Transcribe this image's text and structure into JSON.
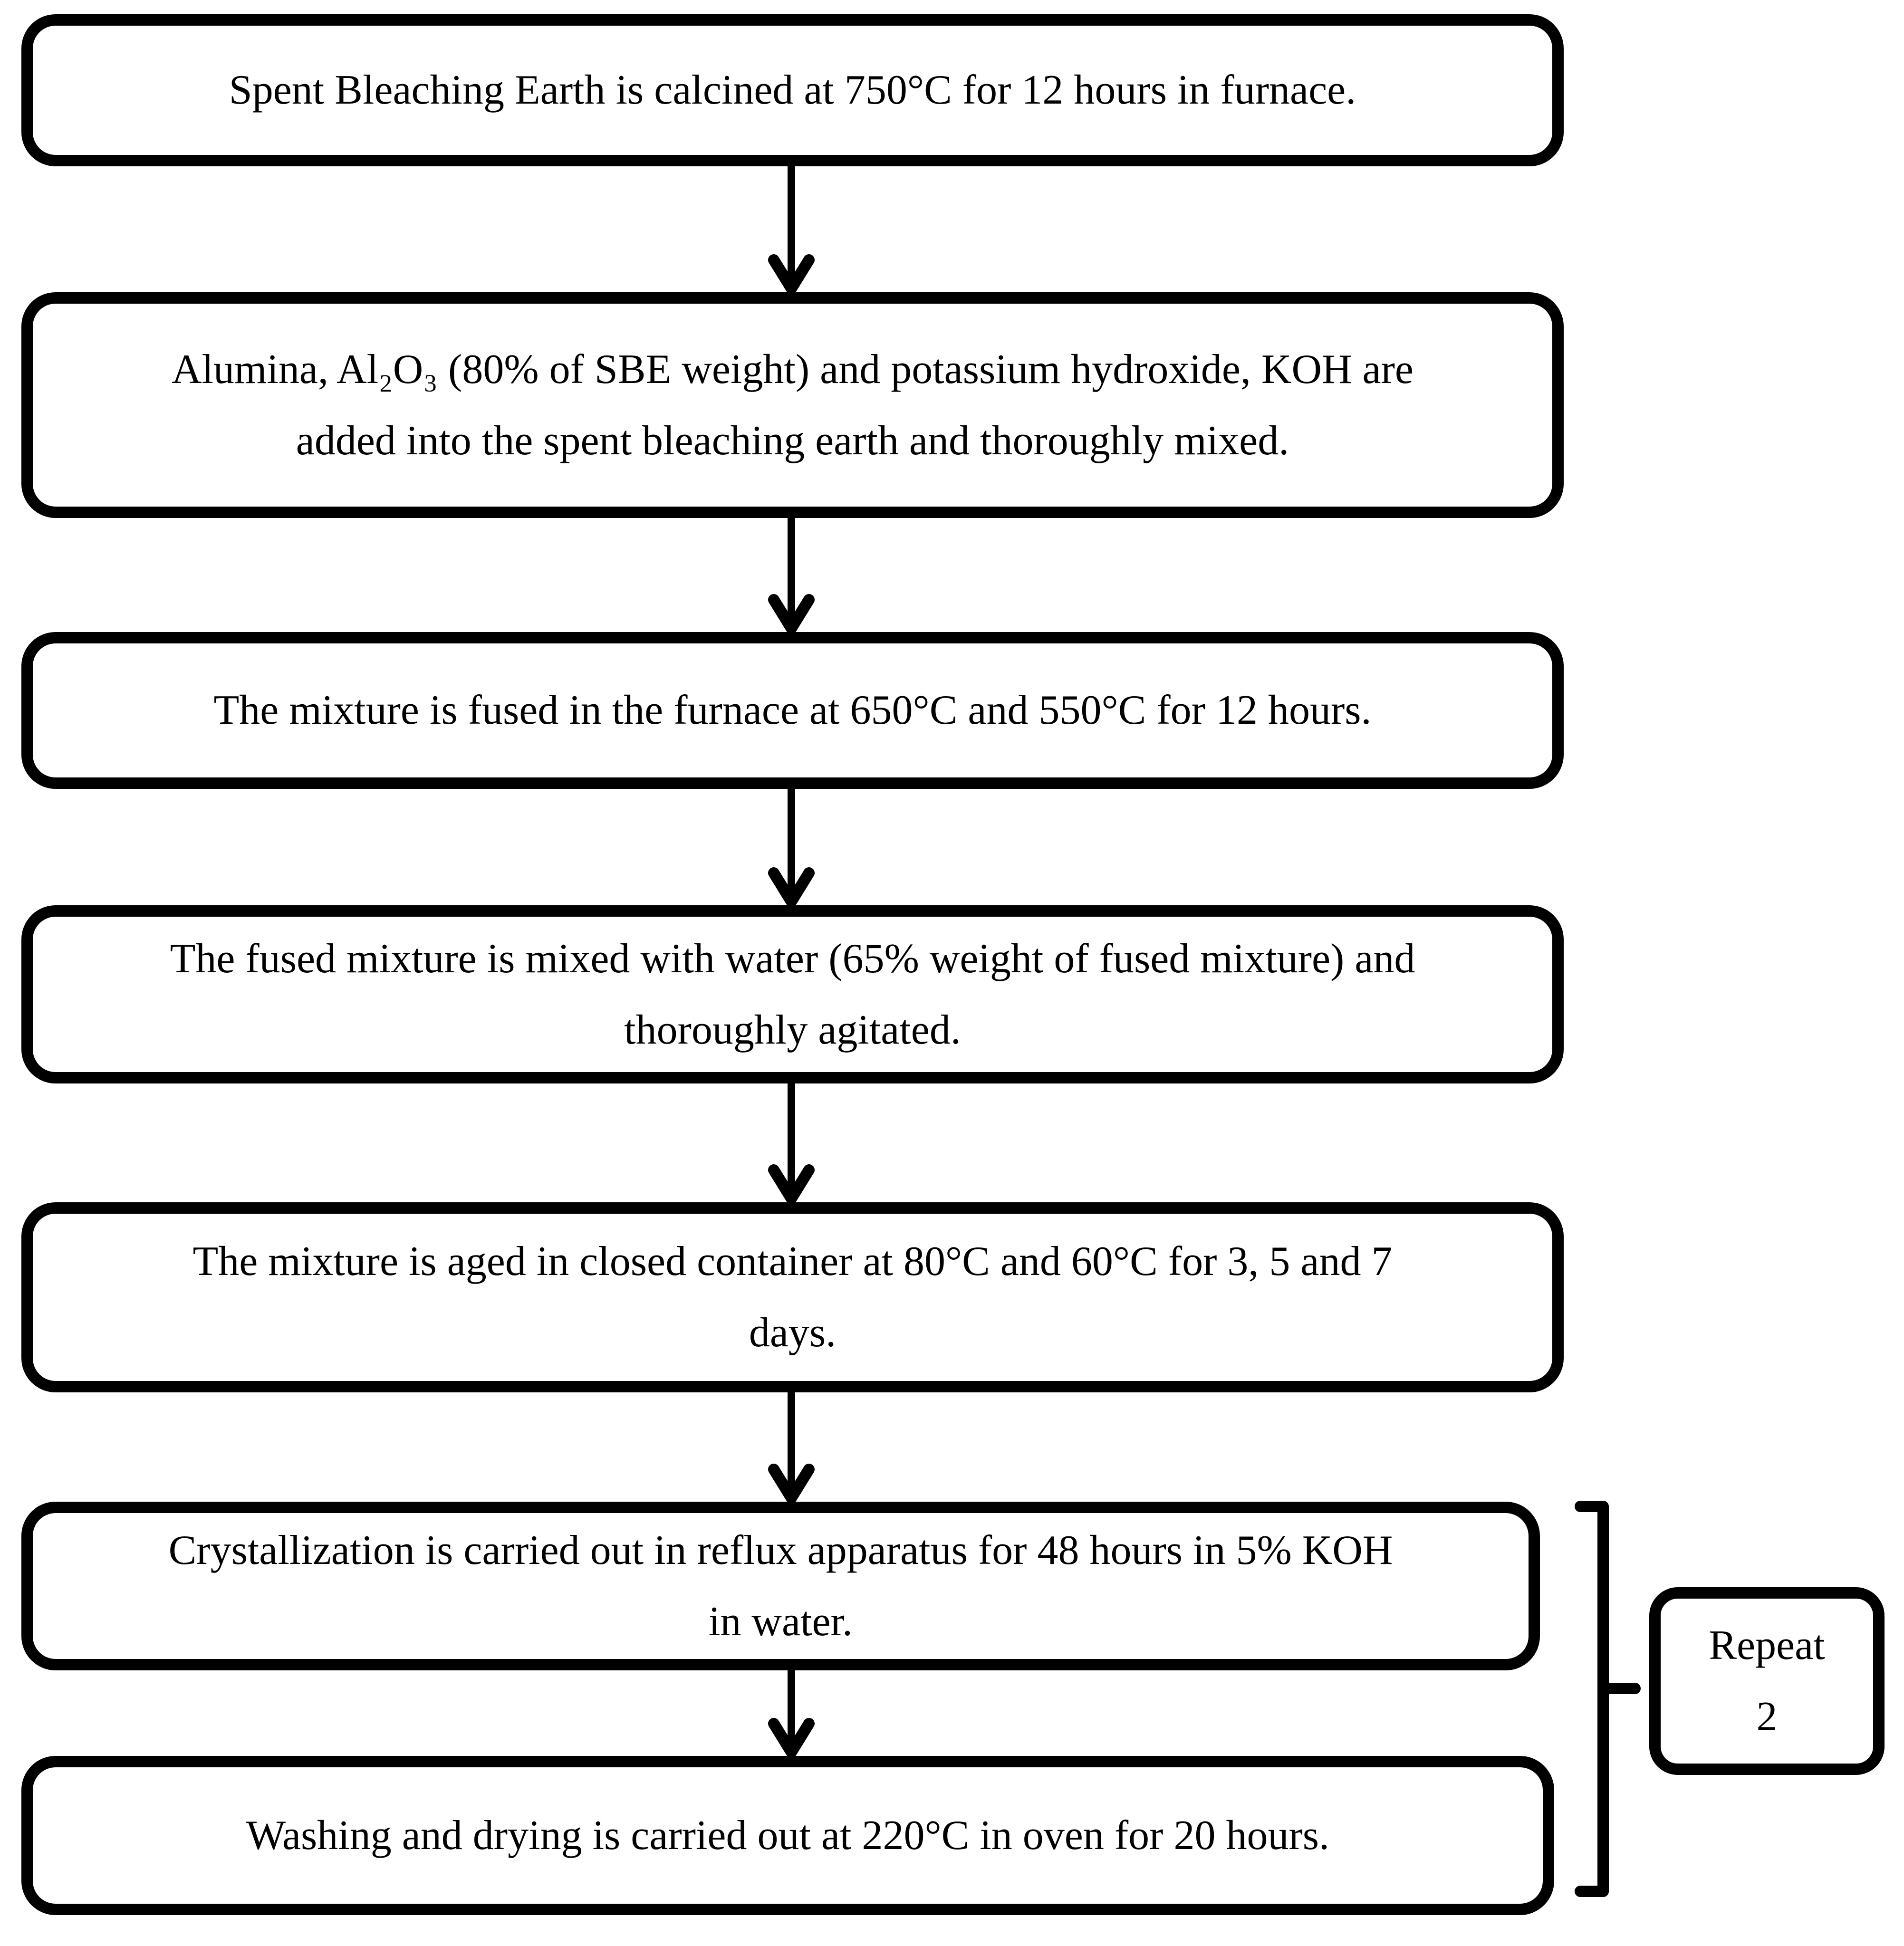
{
  "figure": {
    "type": "process-flowchart",
    "colors": {
      "ink": "#000000",
      "paper": "#ffffff"
    },
    "steps": [
      {
        "id": "calcination",
        "lines": [
          "Spent Bleaching Earth is calcined at 750°C for 12 hours in furnace.",
          ""
        ]
      },
      {
        "id": "mixing-reagents",
        "lines": [
          "Alumina, Al₂O₃ (80% of SBE weight) and potassium hydroxide, KOH are",
          "added into the spent bleaching earth and thoroughly mixed."
        ]
      },
      {
        "id": "fusion",
        "lines": [
          "The mixture is fused in the furnace at 650°C and 550°C for 12 hours.",
          ""
        ]
      },
      {
        "id": "hydration",
        "lines": [
          "The fused mixture is mixed with water (65% weight of fused mixture) and",
          "thoroughly agitated."
        ]
      },
      {
        "id": "aging",
        "lines": [
          "The mixture is aged in closed container at 80°C and 60°C for 3, 5 and 7",
          "days."
        ]
      },
      {
        "id": "crystallization",
        "lines": [
          "Crystallization is carried out in reflux apparatus for 48 hours in 5% KOH",
          "in water."
        ]
      },
      {
        "id": "washing-drying",
        "lines": [
          "Washing and drying is carried out at 220°C in oven for 20 hours.",
          ""
        ]
      }
    ],
    "repeat_note": {
      "line1": "Repeat",
      "line2": "2"
    }
  }
}
